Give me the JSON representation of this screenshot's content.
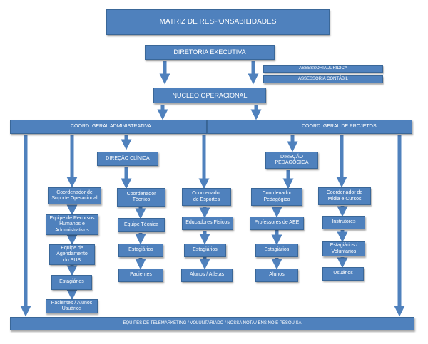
{
  "diagram": {
    "title": "MATRIZ DE RESPONSABILIDADES",
    "nodes": {
      "diretoria": "DIRETORIA EXECUTIVA",
      "assessoria_juridica": "ASSESSORIA JURIDICA",
      "assessoria_contabil": "ASSESSORIA CONTÁBIL",
      "nucleo": "NUCLEO OPERACIONAL",
      "coord_adm": "COORD. GERAL ADMINISTRATIVA",
      "coord_proj": "COORD. GERAL DE PROJETOS",
      "direcao_clinica": "DIREÇÃO CLÍNICA",
      "direcao_pedagogica": "DIREÇÃO PEDAGÓGICA",
      "coord_suporte": "Coordenador de Suporte Operacional",
      "equipe_rh": "Equipe de Recursos Humanos e Administrativos",
      "equipe_sus": "Equipe de Agendamento do SUS",
      "estagiarios_1": "Estagiários",
      "pacientes_alunos": "Pacientes / Alunos Usuários",
      "coord_tecnico": "Coordenador Técnico",
      "equipe_tecnica": "Equipe Técnica",
      "estagiarios_2": "Estagiários",
      "pacientes": "Pacientes",
      "coord_esportes": "Coordenador de Esportes",
      "educadores": "Educadores Físicos",
      "estagiarios_3": "Estagiários",
      "alunos_atletas": "Alunos / Atletas",
      "coord_pedagogico": "Coordenador Pedagógico",
      "professores": "Professores de AEE",
      "estagiarios_4": "Estagiários",
      "alunos": "Alunos",
      "coord_midia": "Coordenador de Mídia e Cursos",
      "instrutores": "Instrutores",
      "estagiarios_voluntarios": "Estagiários / Voluntarios",
      "usuarios": "Usuários",
      "equipes_base": "EQUIPES DE TELEMARKETING / VOLUNTARIADO / NOSSA NOTA / ENSINO E PESQUISA"
    },
    "colors": {
      "box_fill": "#4f81bd",
      "box_border": "#3a6798",
      "text": "#ffffff"
    }
  }
}
